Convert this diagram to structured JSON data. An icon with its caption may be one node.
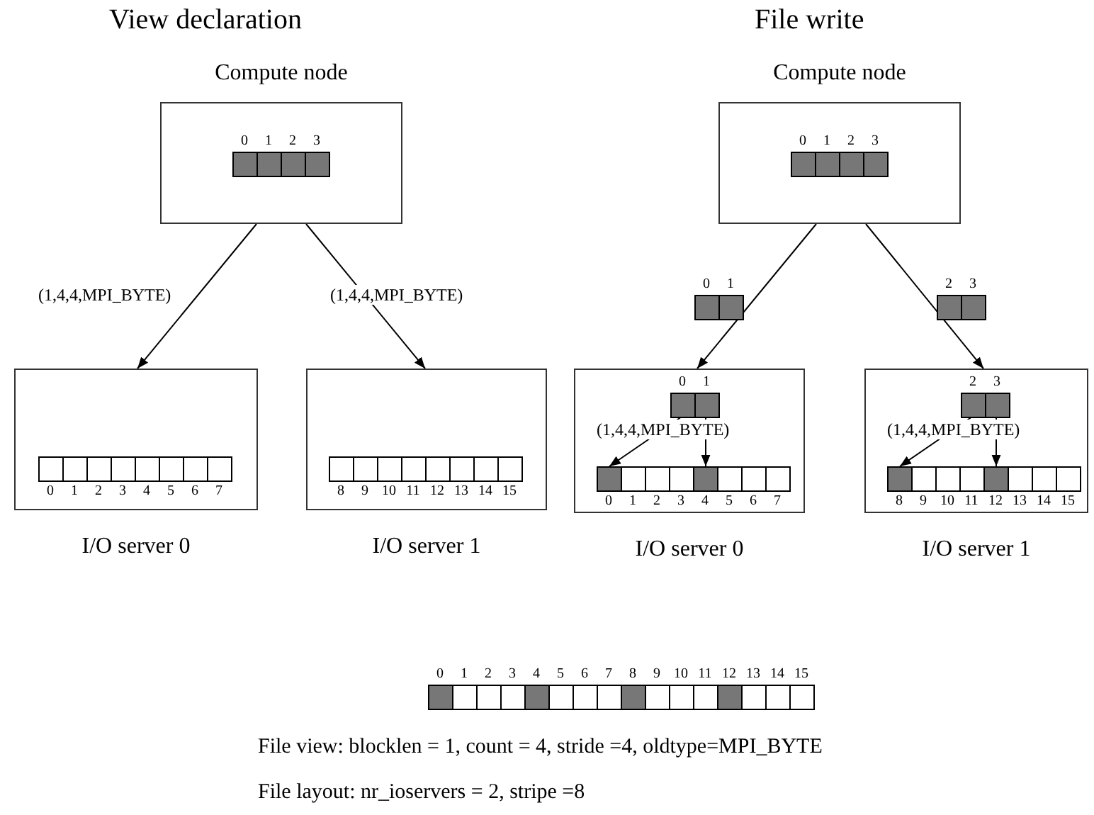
{
  "diagram": {
    "nodes": [
      {
        "text": [
          "Compute node"
        ]
      },
      {
        "text": [
          "0",
          "1",
          "2",
          "3"
        ],
        "in": 0
      },
      {
        "text": [
          "I/O server 0"
        ]
      },
      {
        "text": [
          "0",
          "1",
          "2",
          "3",
          "4",
          "5",
          "6",
          "7"
        ],
        "in": 2
      },
      {
        "text": [
          "I/O server 1"
        ]
      },
      {
        "text": [
          "8",
          "9",
          "10",
          "11",
          "12",
          "13",
          "14",
          "15"
        ],
        "in": 4
      },
      {
        "text": [
          "Compute node"
        ]
      },
      {
        "text": [
          "0",
          "1",
          "2",
          "3"
        ],
        "in": 6
      },
      {
        "text": [
          "0",
          "1"
        ]
      },
      {
        "text": [
          "2",
          "3"
        ]
      },
      {
        "text": [
          "I/O server 0"
        ]
      },
      {
        "text": [
          "0",
          "1"
        ],
        "in": 10
      },
      {
        "text": [
          "0",
          "1",
          "2",
          "3",
          "4",
          "5",
          "6",
          "7"
        ],
        "in": 10
      },
      {
        "text": [
          "I/O server 1"
        ]
      },
      {
        "text": [
          "2",
          "3"
        ],
        "in": 13
      },
      {
        "text": [
          "8",
          "9",
          "10",
          "11",
          "12",
          "13",
          "14",
          "15"
        ],
        "in": 13
      },
      {
        "text": [
          "0",
          "1",
          "2",
          "3",
          "4",
          "5",
          "6",
          "7",
          "8",
          "9",
          "10",
          "11",
          "12",
          "13",
          "14",
          "15"
        ]
      }
    ],
    "edges": [
      {
        "from": 0,
        "to": 2,
        "arrow": "to",
        "label": "(1,4,4,MPI_BYTE)"
      },
      {
        "from": 0,
        "to": 4,
        "arrow": "to",
        "label": "(1,4,4,MPI_BYTE)"
      },
      {
        "from": 6,
        "to": 10,
        "arrow": "to"
      },
      {
        "from": 6,
        "to": 13,
        "arrow": "to"
      },
      {
        "from": 11,
        "to": 12,
        "arrow": "to",
        "label": "(1,4,4,MPI_BYTE)"
      },
      {
        "from": 11,
        "to": 12,
        "arrow": "to"
      },
      {
        "from": 14,
        "to": 15,
        "arrow": "to",
        "label": "(1,4,4,MPI_BYTE)"
      },
      {
        "from": 14,
        "to": 15,
        "arrow": "to"
      }
    ],
    "labels": [
      "View declaration",
      "File write",
      "File view: blocklen = 1, count = 4, stride =4, oldtype=MPI_BYTE",
      "File layout: nr_ioservers = 2, stripe =8"
    ]
  }
}
